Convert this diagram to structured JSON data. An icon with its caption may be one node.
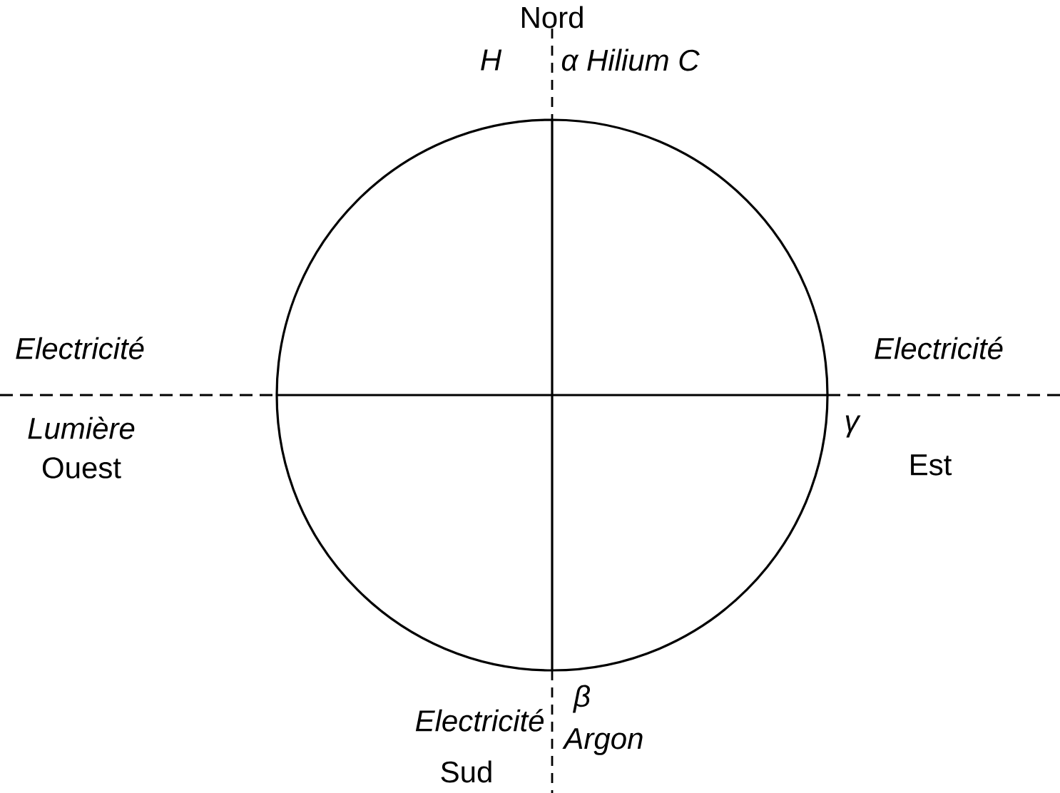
{
  "diagram": {
    "labels": [
      "Nord",
      "H",
      "α Hilium C",
      "Electricité",
      "Electricité",
      "Lumière",
      "γ",
      "Ouest",
      "Est",
      "β",
      "Electricité",
      "Argon",
      "Sud"
    ]
  }
}
